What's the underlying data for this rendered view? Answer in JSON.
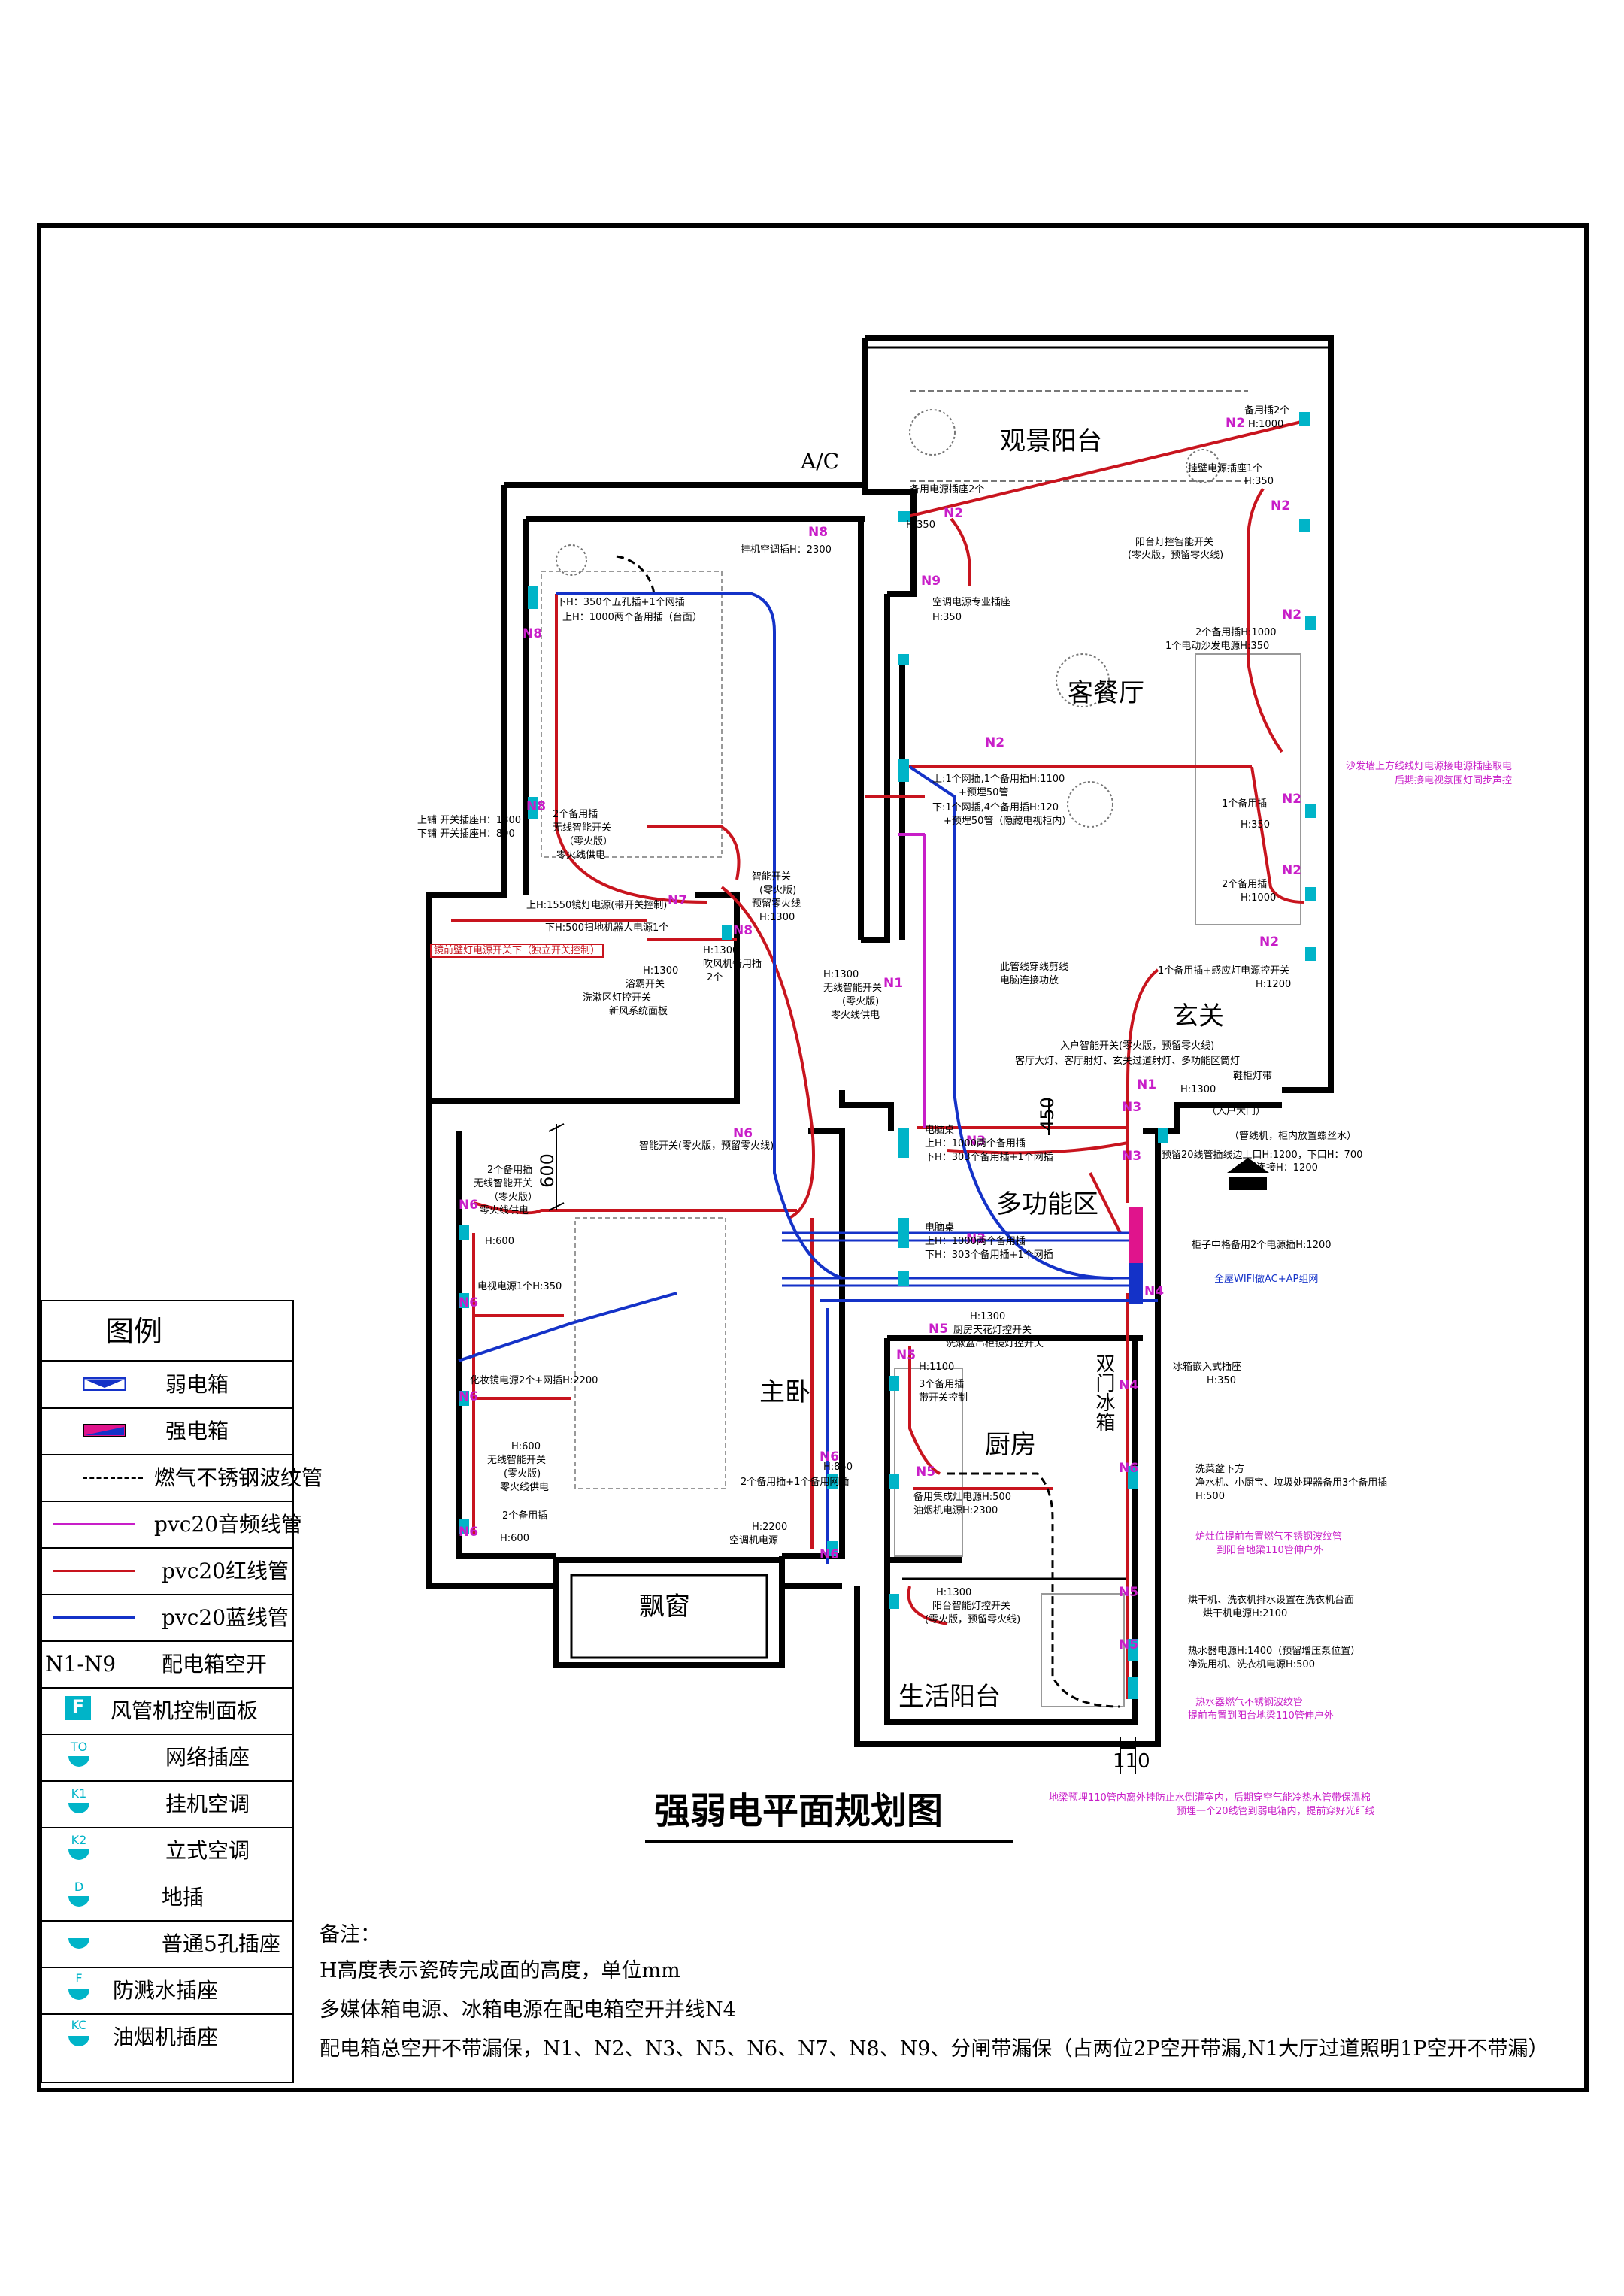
{
  "title": "强弱电平面规划图",
  "ac_label": "A/C",
  "rooms": {
    "balcony": "观景阳台",
    "living": "客餐厅",
    "entry": "玄关",
    "multi": "多功能区",
    "master": "主卧",
    "kitchen": "厨房",
    "living_balcony": "生活阳台",
    "bay": "飘窗",
    "fridge": "双门冰箱"
  },
  "legend": {
    "title": "图例",
    "items": [
      {
        "label": "弱电箱"
      },
      {
        "label": "强电箱"
      },
      {
        "label": "燃气不锈钢波纹管"
      },
      {
        "label": "pvc20音频线管"
      },
      {
        "label": "pvc20红线管"
      },
      {
        "label": "pvc20蓝线管"
      },
      {
        "label": "配电箱空开",
        "symbol": "N1-N9"
      },
      {
        "label": "风管机控制面板",
        "symbol": "F"
      },
      {
        "label": "网络插座",
        "symbol": "TO"
      },
      {
        "label": "挂机空调",
        "symbol": "K1"
      },
      {
        "label": "立式空调",
        "symbol": "K2"
      },
      {
        "label": "地插",
        "symbol": "D"
      },
      {
        "label": "普通5孔插座"
      },
      {
        "label": "防溅水插座",
        "symbol": "F"
      },
      {
        "label": "油烟机插座",
        "symbol": "KC"
      }
    ]
  },
  "notes": {
    "heading": "备注：",
    "lines": [
      "H高度表示瓷砖完成面的高度，单位mm",
      "多媒体箱电源、冰箱电源在配电箱空开并线N4",
      "配电箱总空开不带漏保，N1、N2、N3、N5、N6、N7、N8、N9、分闸带漏保（占两位2P空开带漏,N1大厅过道照明1P空开不带漏）"
    ]
  },
  "dims": {
    "d450": "450",
    "d600": "600",
    "d110": "110"
  },
  "annotations": [
    "备用电源插座2个",
    "H:350",
    "备用插2个",
    "H:1000",
    "挂壁电源插座1个",
    "H:350",
    "阳台灯控智能开关",
    "(零火版，预留零火线)",
    "空调电源专业插座",
    "H:350",
    "2个备用插H:1000",
    "1个电动沙发电源H:350",
    "上:1个网插,1个备用插H:1100",
    "+预埋50管",
    "下:1个网插,4个备用插H:120",
    "+预埋50管（隐藏电视柜内）",
    "沙发墙上方线线灯电源接电源插座取电",
    "后期接电视氛围灯同步声控",
    "1个备用插",
    "H:350",
    "2个备用插",
    "H:1000",
    "1个备用插+感应灯电源控开关",
    "H:1200",
    "此管线穿线剪线",
    "电脑连接功放",
    "入户智能开关(零火版，预留零火线)",
    "客厅大灯、客厅射灯、玄关过道射灯、多功能区筒灯",
    "鞋柜灯带",
    "H:1300",
    "（入户大门）",
    "（管线机，柜内放置螺丝水）",
    "预留20线管插线边上口H:1200，下口H：700",
    "内嵌连接H：1200",
    "柜子中格备用2个电源插H:1200",
    "全屋WIFI做AC+AP组网",
    "H:1300",
    "无线智能开关",
    "(零火版)",
    "零火线供电",
    "电脑桌",
    "上H：1000两个备用插",
    "下H：303个备用插+1个网插",
    "电脑桌",
    "上H：1000两个备用插",
    "下H：303个备用插+1个网插",
    "下H：350个五孔插+1个网插",
    "上H：1000两个备用插（台面）",
    "挂机空调插H：2300",
    "上铺 开关插座H：1800",
    "下铺 开关插座H：800",
    "2个备用插",
    "无线智能开关",
    "（零火版）",
    "零火线供电",
    "智能开关",
    "(零火版)",
    "预留零火线",
    "H:1300",
    "上H:1550镜灯电源(带开关控制)",
    "下H:500扫地机器人电源1个",
    "H:1300",
    "吹风机备用插",
    "2个",
    "镜前壁灯电源开关下（独立开关控制）",
    "H:1300",
    "浴霸开关",
    "洗漱区灯控开关",
    "新风系统面板",
    "智能开关(零火版，预留零火线)",
    "2个备用插",
    "无线智能开关",
    "（零火版）",
    "零火线供电",
    "H:600",
    "电视电源1个H:350",
    "化妆镜电源2个+网插H:2200",
    "H:600",
    "无线智能开关",
    "(零火版)",
    "零火线供电",
    "2个备用插",
    "H:600",
    "H:850",
    "2个备用插+1个备用网插",
    "H:2200",
    "空调机电源",
    "H:1300",
    "厨房天花灯控开关",
    "洗漱盆吊柜镜灯控开关",
    "冰箱嵌入式插座",
    "H:350",
    "H:1100",
    "3个备用插",
    "带开关控制",
    "备用集成灶电源H:500",
    "油烟机电源H:2300",
    "洗菜盆下方",
    "净水机、小厨宝、垃圾处理器备用3个备用插",
    "H:500",
    "炉灶位提前布置燃气不锈钢波纹管",
    "到阳台地梁110管伸户外",
    "H:1300",
    "阳台智能灯控开关",
    "(零火版，预留零火线)",
    "烘干机、洗衣机排水设置在洗衣机台面",
    "烘干机电源H:2100",
    "热水器电源H:1400（预留增压泵位置）",
    "净洗用机、洗衣机电源H:500",
    "热水器燃气不锈钢波纹管",
    "提前布置到阳台地梁110管伸户外",
    "地梁预埋110管内离外挂防止水倒灌室内，后期穿空气能冷热水管带保温棉",
    "预埋一个20线管到弱电箱内，提前穿好光纤线"
  ],
  "colors": {
    "red": "#c8141e",
    "blue": "#1432c8",
    "magenta": "#c81ec8",
    "cyan": "#00b4c8",
    "pink": "#e0148c",
    "wall": "#000000"
  }
}
